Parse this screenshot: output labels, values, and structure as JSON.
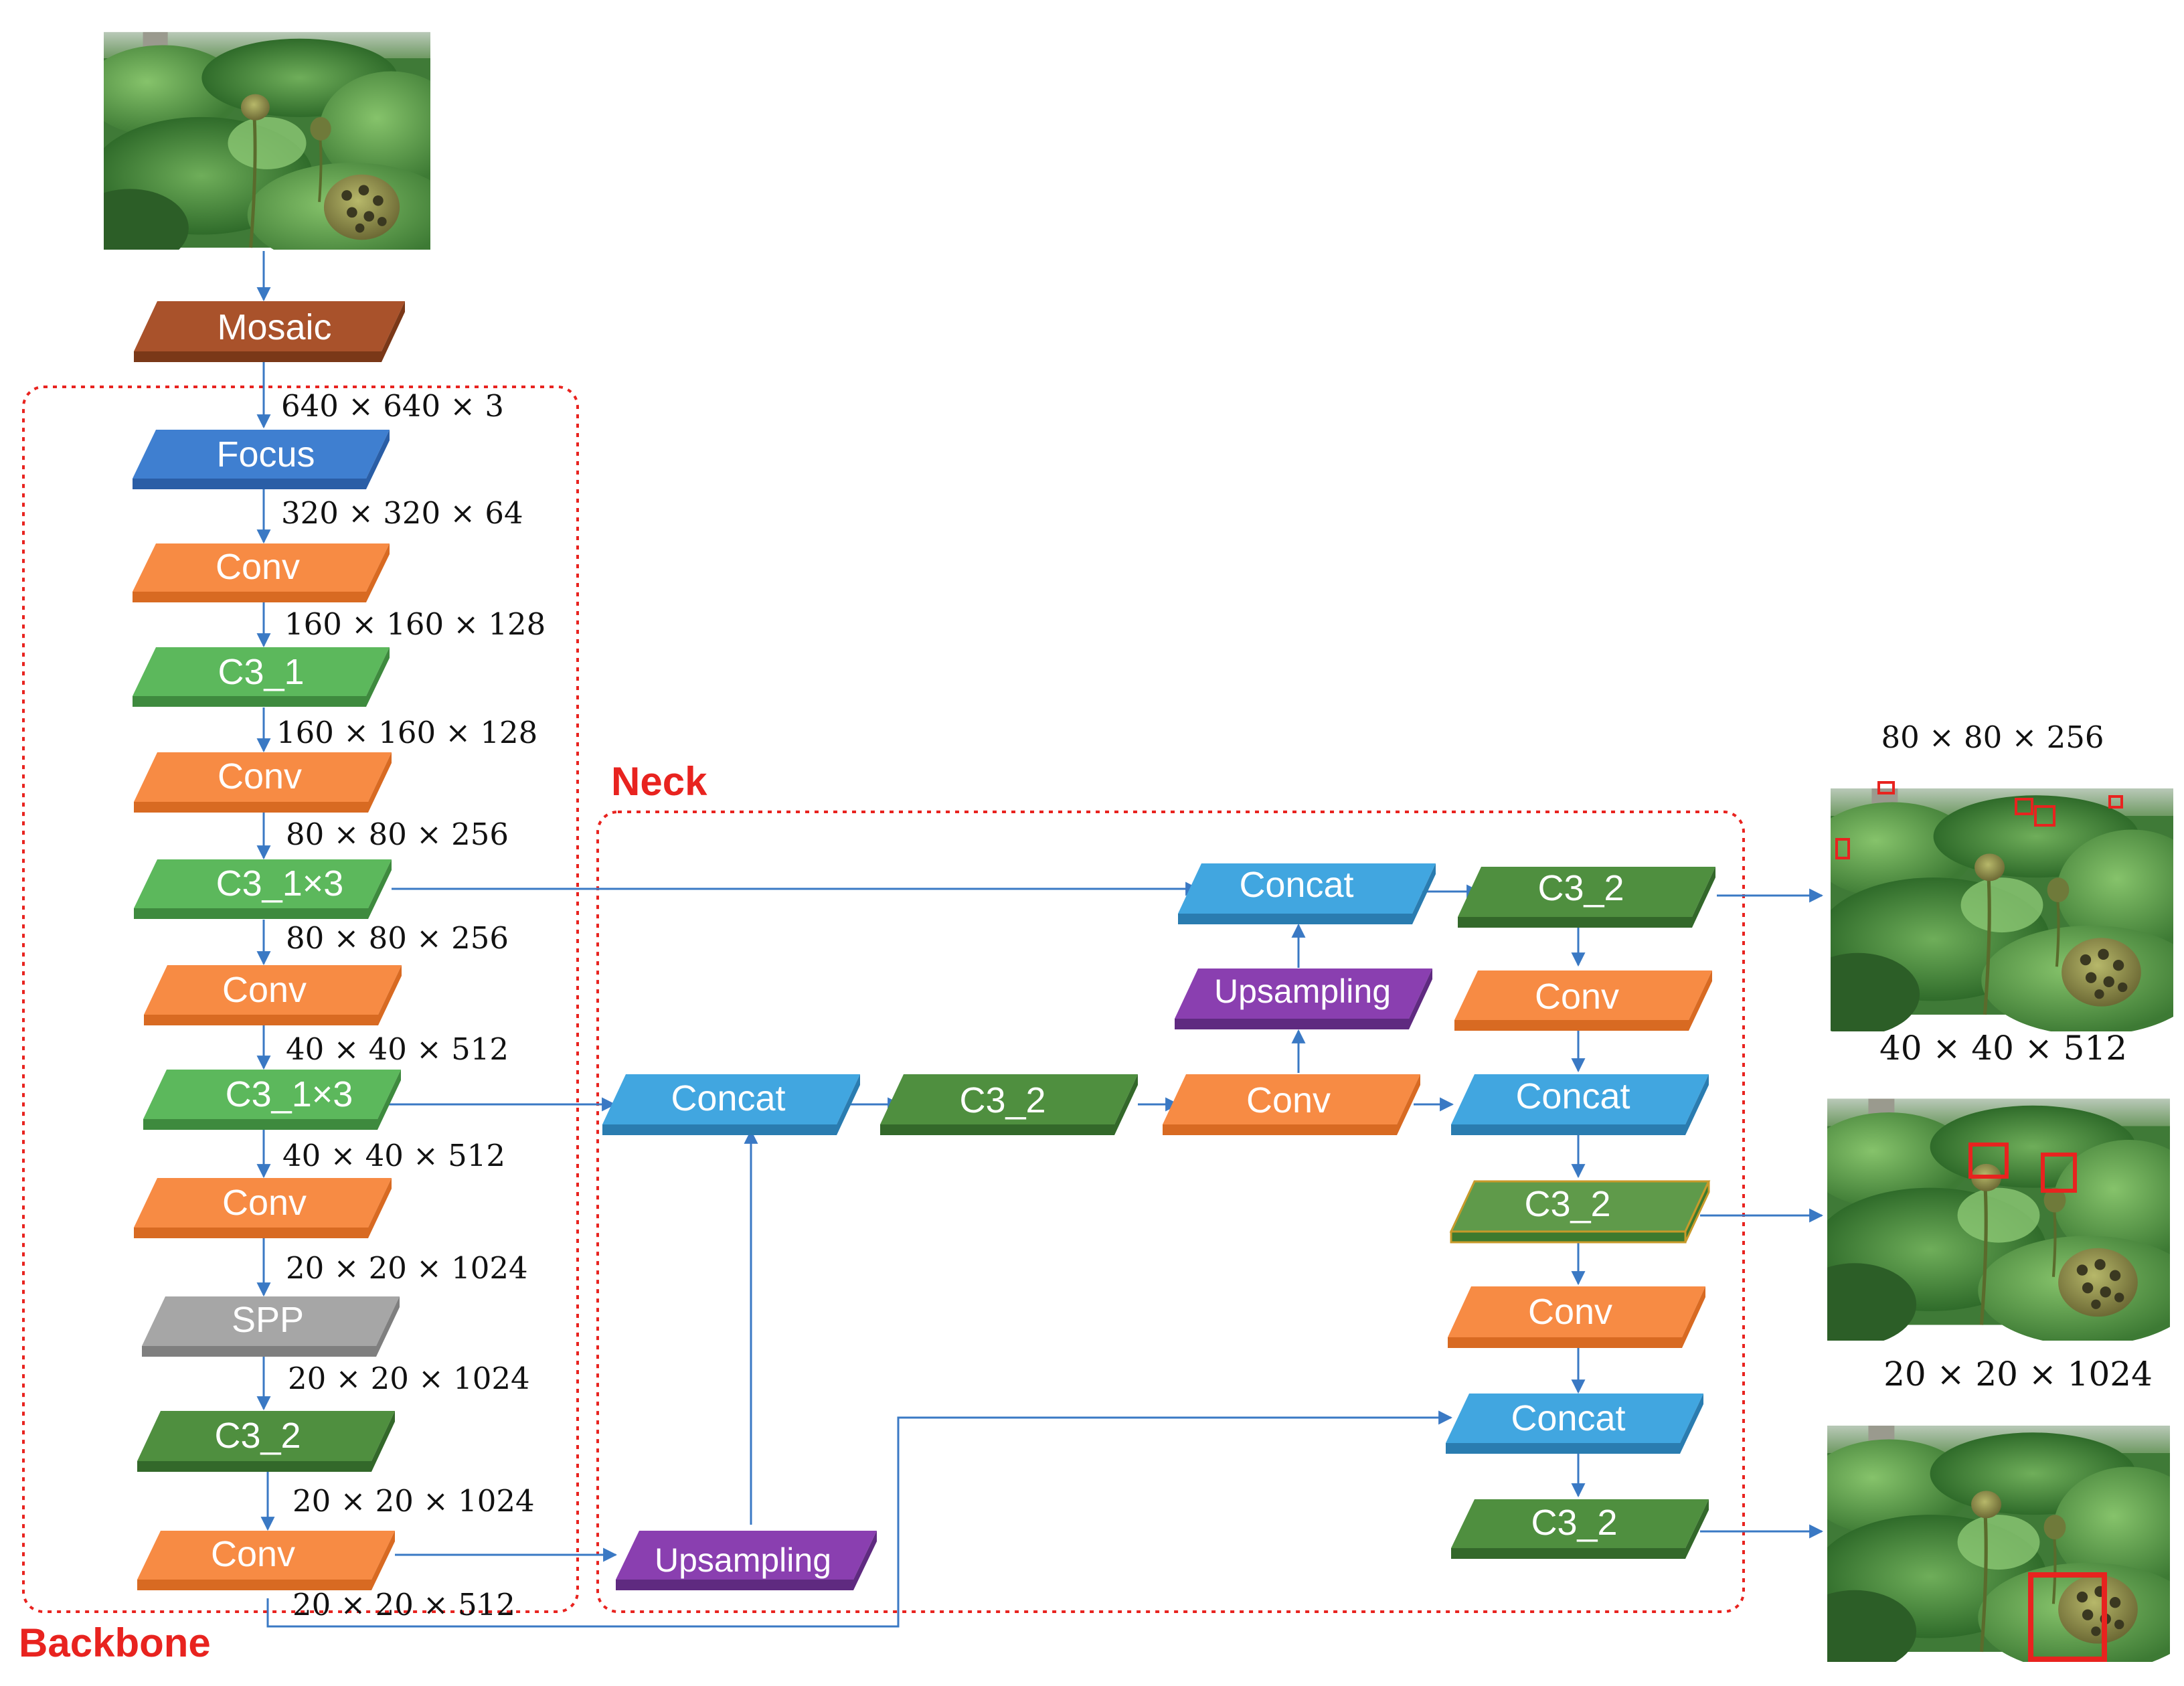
{
  "regions": {
    "backbone": "Backbone",
    "neck": "Neck"
  },
  "blocks": {
    "mosaic": "Mosaic",
    "focus": "Focus",
    "b_conv1": "Conv",
    "b_c3_1": "C3_1",
    "b_conv2": "Conv",
    "b_c3_1x3_a": "C3_1×3",
    "b_conv3": "Conv",
    "b_c3_1x3_b": "C3_1×3",
    "b_conv4": "Conv",
    "spp": "SPP",
    "b_c3_2": "C3_2",
    "b_conv5": "Conv",
    "n_concat_mid": "Concat",
    "n_c3_2_mid": "C3_2",
    "n_conv_mid": "Conv",
    "n_upsampling_top": "Upsampling",
    "n_concat_top": "Concat",
    "n_upsampling_bottom": "Upsampling",
    "r_c3_2_top": "C3_2",
    "r_conv_1": "Conv",
    "r_concat_1": "Concat",
    "r_c3_2_mid": "C3_2",
    "r_conv_2": "Conv",
    "r_concat_2": "Concat",
    "r_c3_2_bottom": "C3_2"
  },
  "dims": {
    "d1": "640 × 640 × 3",
    "d2": "320 × 320 × 64",
    "d3": "160 × 160 × 128",
    "d4": "160 × 160 × 128",
    "d5": "80 × 80 × 256",
    "d6": "80 × 80 × 256",
    "d7": "40 × 40 × 512",
    "d8": "40 × 40 × 512",
    "d9": "20 × 20 × 1024",
    "d10": "20 × 20 × 1024",
    "d11": "20 × 20 × 1024",
    "d12": "20 × 20 × 512",
    "out1": "80 × 80 × 256",
    "out2": "40 × 40 × 512",
    "out3": "20 × 20 × 1024"
  },
  "colors": {
    "mosaic": "#a9522b",
    "focus": "#3f7fd0",
    "conv": "#f78b44",
    "c3_light": "#5cb85c",
    "c3_dark": "#4f8f3f",
    "concat": "#41a6e0",
    "upsampling": "#8a3fb0",
    "spp": "#a6a6a6",
    "arrow": "#3a79c4",
    "region_border": "#e8231f",
    "detection_box": "#e8231f"
  }
}
